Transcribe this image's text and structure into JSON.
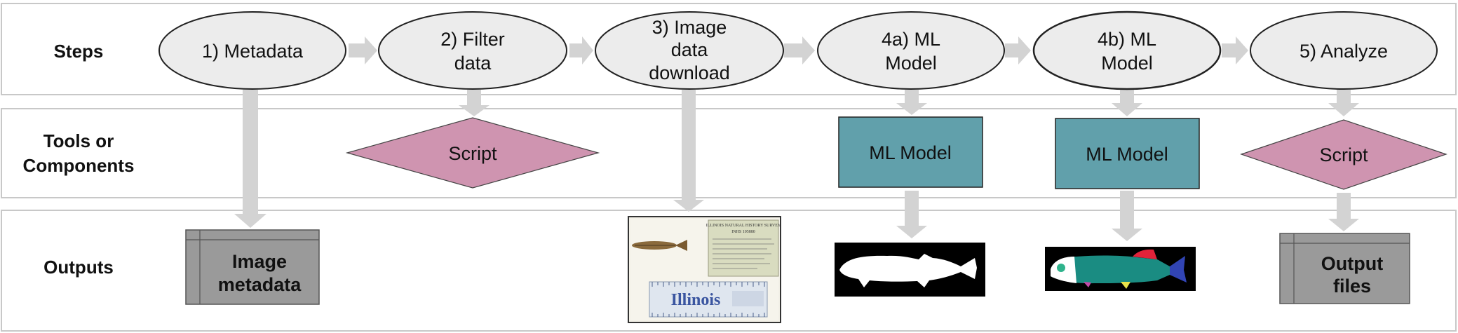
{
  "rows": {
    "steps": "Steps",
    "tools": [
      "Tools or",
      "Components"
    ],
    "outputs": "Outputs"
  },
  "steps": [
    {
      "id": "metadata",
      "lines": [
        "1) Metadata"
      ]
    },
    {
      "id": "filter",
      "lines": [
        "2) Filter",
        "data"
      ]
    },
    {
      "id": "download",
      "lines": [
        "3) Image",
        "data",
        "download"
      ]
    },
    {
      "id": "ml-a",
      "lines": [
        "4a) ML",
        "Model"
      ]
    },
    {
      "id": "ml-b",
      "lines": [
        "4b) ML",
        "Model"
      ]
    },
    {
      "id": "analyze",
      "lines": [
        "5) Analyze"
      ]
    }
  ],
  "tools": {
    "script1": "Script",
    "ml_model_a": "ML Model",
    "ml_model_b": "ML Model",
    "script2": "Script"
  },
  "outputs": {
    "image_metadata": [
      "Image",
      "metadata"
    ],
    "output_files": [
      "Output",
      "files"
    ],
    "specimen_label": {
      "header": "ILLINOIS NATURAL HISTORY SURVEY",
      "catalog": "INHS 105880",
      "ruler_text": "Illinois"
    }
  },
  "colors": {
    "oval_fill": "#ececec",
    "band_border": "#c8c8c8",
    "arrow": "#d3d3d3",
    "script_fill": "#cf94b0",
    "ml_fill": "#61a0ab",
    "box_fill": "#9a9a9a"
  }
}
